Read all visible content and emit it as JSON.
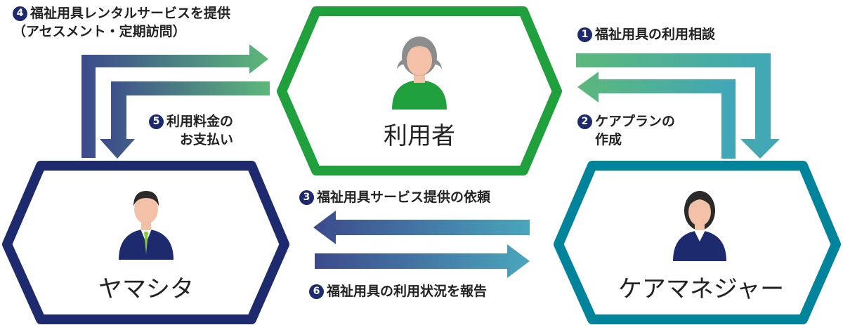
{
  "nodes": {
    "user": {
      "name": "利用者"
    },
    "yamashita": {
      "name": "ヤマシタ"
    },
    "care_manager": {
      "name": "ケアマネジャー"
    }
  },
  "steps": [
    {
      "num": "1",
      "line1": "福祉用具の利用相談"
    },
    {
      "num": "2",
      "line1": "ケアプランの",
      "line2": "作成"
    },
    {
      "num": "3",
      "line1": "福祉用具サービス提供の依頼"
    },
    {
      "num": "4",
      "line1": "福祉用具レンタルサービスを提供",
      "line2": "（アセスメント・定期訪問）"
    },
    {
      "num": "5",
      "line1": "利用料金の",
      "line2": "お支払い"
    },
    {
      "num": "6",
      "line1": "福祉用具の利用状況を報告"
    }
  ],
  "colors": {
    "green": "#1fa03c",
    "navy": "#1e2a6e",
    "teal": "#00849b",
    "badge": "#1e2a6e"
  }
}
